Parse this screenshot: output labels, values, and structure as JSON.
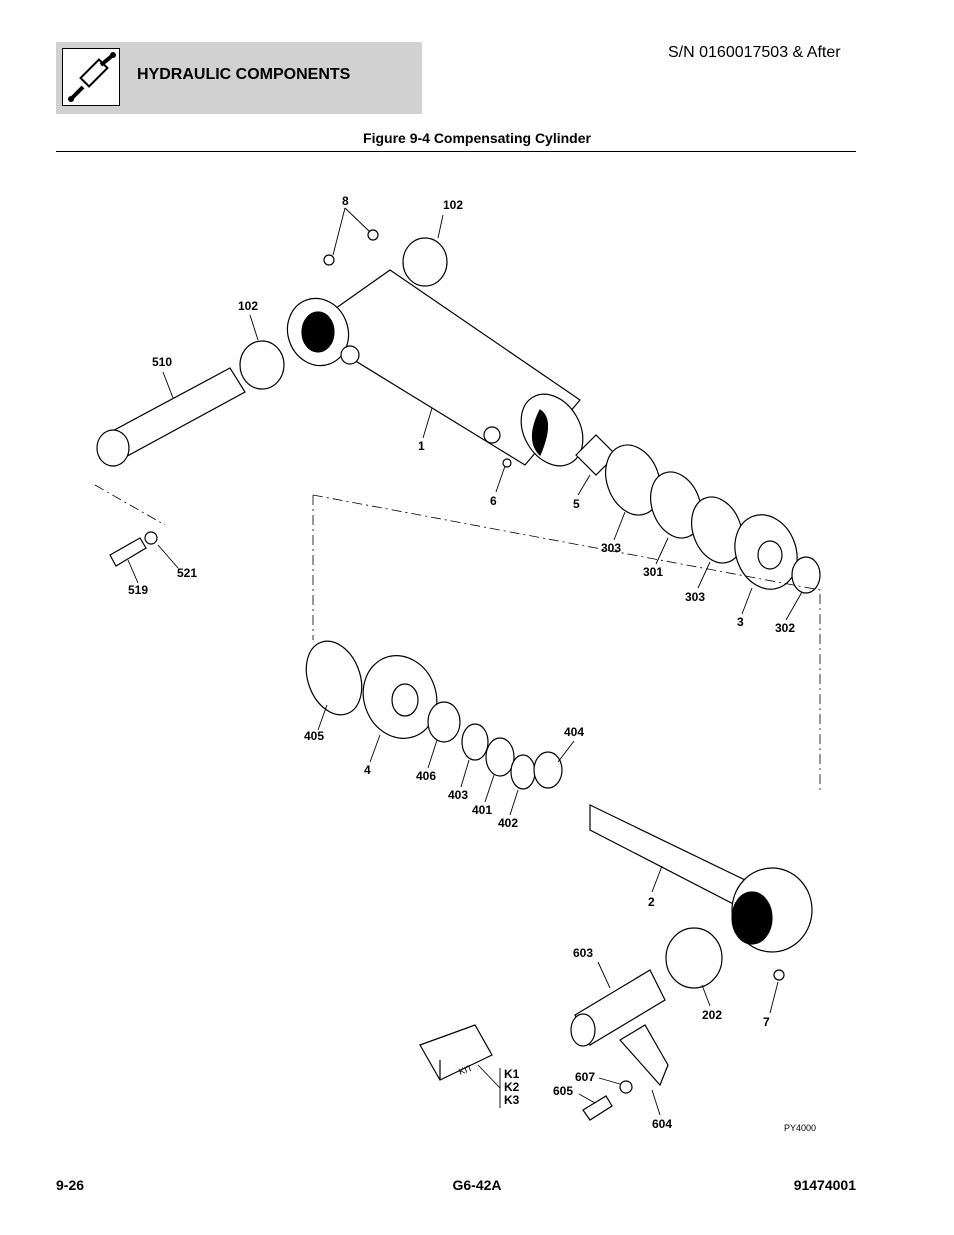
{
  "header": {
    "section_title": "HYDRAULIC COMPONENTS",
    "serial": "S/N 0160017503 & After",
    "icon": "hydraulic-cylinder-icon"
  },
  "figure": {
    "title": "Figure 9-4 Compensating Cylinder",
    "drawing_code": "PY4000",
    "kit_label": "KIT",
    "callouts": [
      "8",
      "102",
      "102",
      "510",
      "1",
      "6",
      "5",
      "303",
      "301",
      "303",
      "3",
      "302",
      "521",
      "519",
      "405",
      "4",
      "406",
      "403",
      "401",
      "402",
      "404",
      "2",
      "603",
      "202",
      "7",
      "607",
      "605",
      "604",
      "K1",
      "K2",
      "K3"
    ]
  },
  "footer": {
    "page": "9-26",
    "model": "G6-42A",
    "part_number": "91474001"
  }
}
